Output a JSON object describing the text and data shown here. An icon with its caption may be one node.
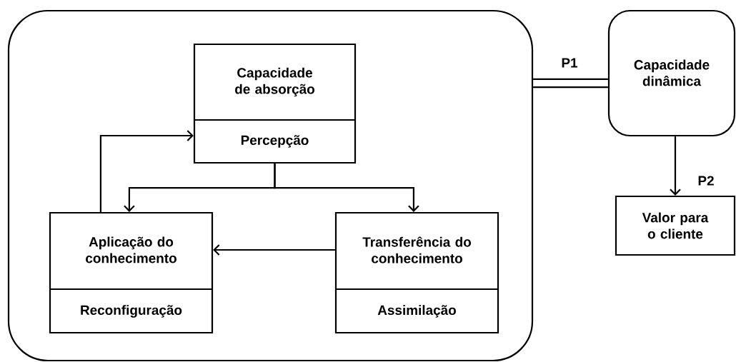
{
  "diagram": {
    "nodes": [
      {
        "text": [],
        "shape": "box"
      },
      {
        "text": [
          "Capacidade de absorção",
          "Percepção"
        ],
        "in": 0
      },
      {
        "text": [
          "Aplicação do conhecimento",
          "Reconfiguração"
        ],
        "in": 0
      },
      {
        "text": [
          "Transferência do conhecimento",
          "Assimilação"
        ],
        "in": 0
      },
      {
        "text": [
          "Capacidade dinâmica"
        ]
      },
      {
        "text": [
          "Valor para o cliente"
        ]
      }
    ],
    "edges": [
      {
        "from": 1,
        "to": 2,
        "arrow": "to"
      },
      {
        "from": 1,
        "to": 3,
        "arrow": "to"
      },
      {
        "from": 3,
        "to": 2,
        "arrow": "to"
      },
      {
        "from": 2,
        "to": 1,
        "arrow": "to"
      },
      {
        "from": 0,
        "to": 4,
        "arrow": "none",
        "label": "P1",
        "style": "thick"
      },
      {
        "from": 4,
        "to": 5,
        "arrow": "to",
        "label": "P2"
      }
    ]
  }
}
